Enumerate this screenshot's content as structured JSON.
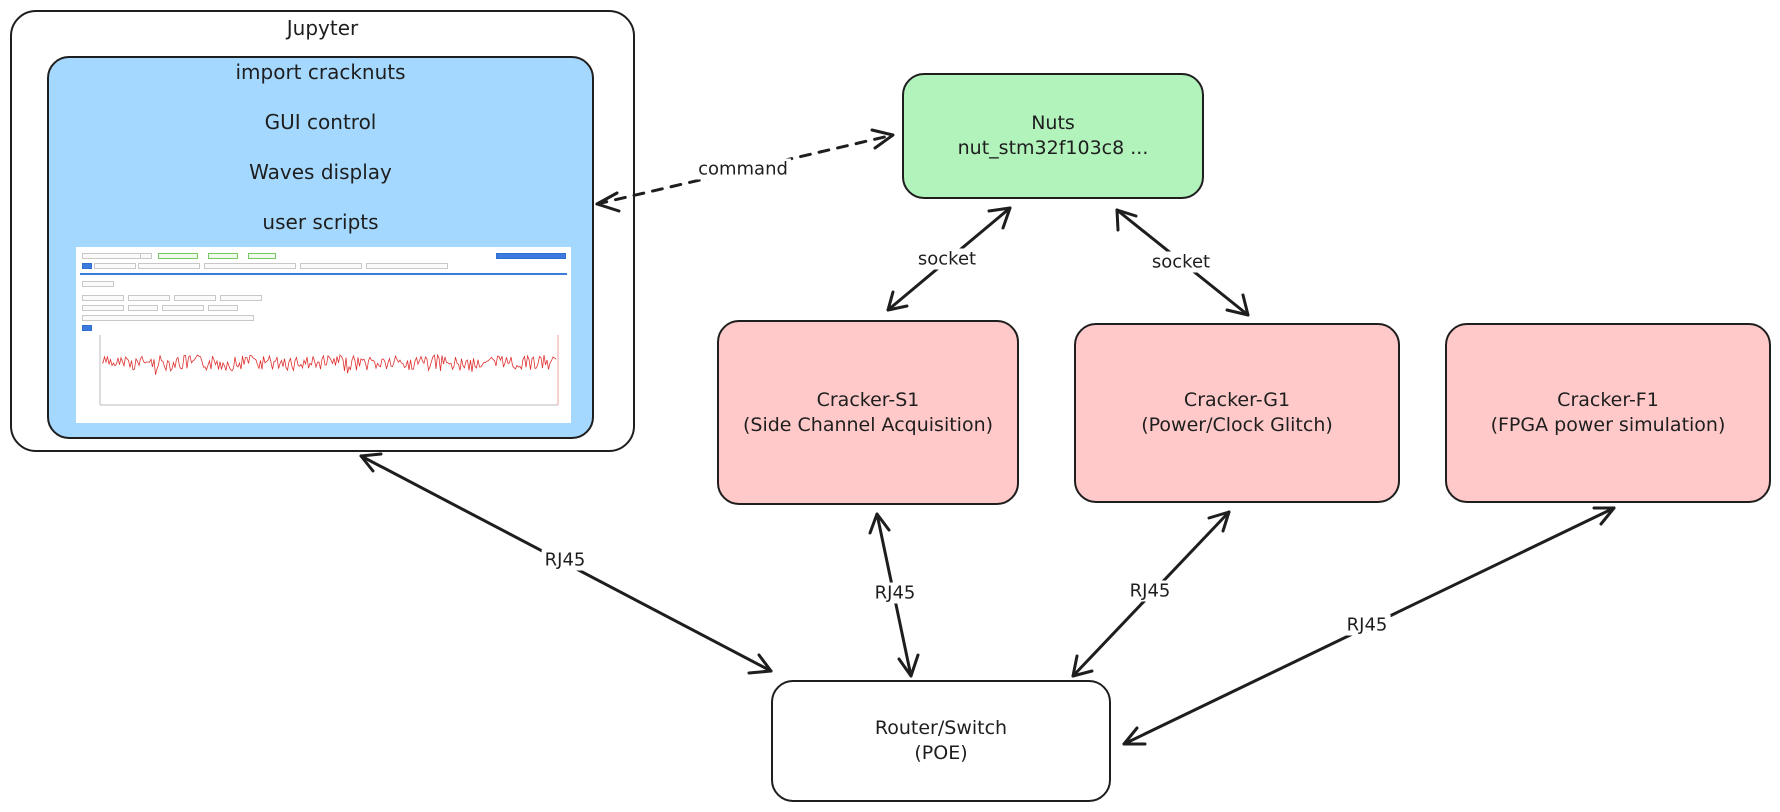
{
  "jupyter": {
    "title": "Jupyter",
    "items": [
      "import cracknuts",
      "GUI control",
      "Waves display",
      "user scripts"
    ]
  },
  "nuts": {
    "line1": "Nuts",
    "line2": "nut_stm32f103c8 ..."
  },
  "crackers": [
    {
      "name": "Cracker-S1",
      "desc": "(Side Channel Acquisition)"
    },
    {
      "name": "Cracker-G1",
      "desc": "(Power/Clock Glitch)"
    },
    {
      "name": "Cracker-F1",
      "desc": "(FPGA power simulation)"
    }
  ],
  "router": {
    "line1": "Router/Switch",
    "line2": "(POE)"
  },
  "edges": {
    "command": "command",
    "socket": "socket",
    "rj45": "RJ45"
  },
  "colors": {
    "jupyter_inner": "#a5d8ff",
    "nuts": "#b2f2bb",
    "cracker": "#ffc9c9",
    "stroke": "#1e1e1e",
    "wave": "#e03131"
  }
}
